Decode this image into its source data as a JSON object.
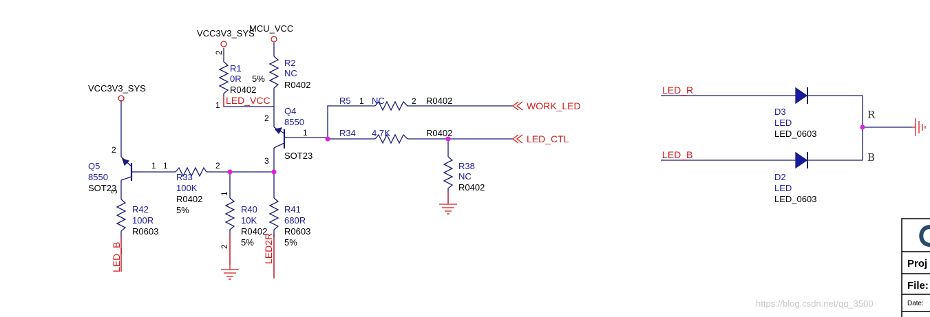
{
  "power": {
    "vcc3v3_top": "VCC3V3_SYS",
    "mcu_vcc": "MCU_VCC",
    "vcc3v3_left": "VCC3V3_SYS"
  },
  "nets": {
    "led_vcc": "LED_VCC",
    "work_led": "WORK_LED",
    "led_ctl": "LED_CTL",
    "led_b_left": "LED_B",
    "led2r": "LED2R",
    "led_r_right": "LED_R",
    "led_b_right": "LED_B"
  },
  "components": {
    "r1": {
      "ref": "R1",
      "value": "0R",
      "tol": "5%",
      "pkg": "R0402"
    },
    "r2": {
      "ref": "R2",
      "value": "NC",
      "pkg": "R0402"
    },
    "q4": {
      "ref": "Q4",
      "value": "8550",
      "pkg": "SOT23"
    },
    "q5": {
      "ref": "Q5",
      "value": "8550",
      "pkg": "SOT23"
    },
    "r5": {
      "ref": "R5",
      "value": "NC",
      "pkg": "R0402"
    },
    "r34": {
      "ref": "R34",
      "value": "4.7K",
      "pkg": "R0402"
    },
    "r38": {
      "ref": "R38",
      "value": "NC",
      "pkg": "R0402"
    },
    "r33": {
      "ref": "R33",
      "value": "100K",
      "pkg": "R0402",
      "tol": "5%"
    },
    "r42": {
      "ref": "R42",
      "value": "100R",
      "pkg": "R0603"
    },
    "r40": {
      "ref": "R40",
      "value": "10K",
      "pkg": "R0402",
      "tol": "5%"
    },
    "r41": {
      "ref": "R41",
      "value": "680R",
      "pkg": "R0603",
      "tol": "5%"
    },
    "d3": {
      "ref": "D3",
      "value": "LED",
      "pkg": "LED_0603"
    },
    "d2": {
      "ref": "D2",
      "value": "LED",
      "pkg": "LED_0603"
    }
  },
  "pins": {
    "one": "1",
    "two": "2",
    "three": "3"
  },
  "rgb_labels": {
    "r": "R",
    "b": "B"
  },
  "title_block": {
    "project": "Proj",
    "file": "File:",
    "date": "Date:"
  },
  "watermark": "https://blog.csdn.net/qq_3500",
  "colors": {
    "wire": "#1a1a7a",
    "net": "#d21c1c",
    "junction": "#e020e0",
    "power": "#d21c1c"
  }
}
